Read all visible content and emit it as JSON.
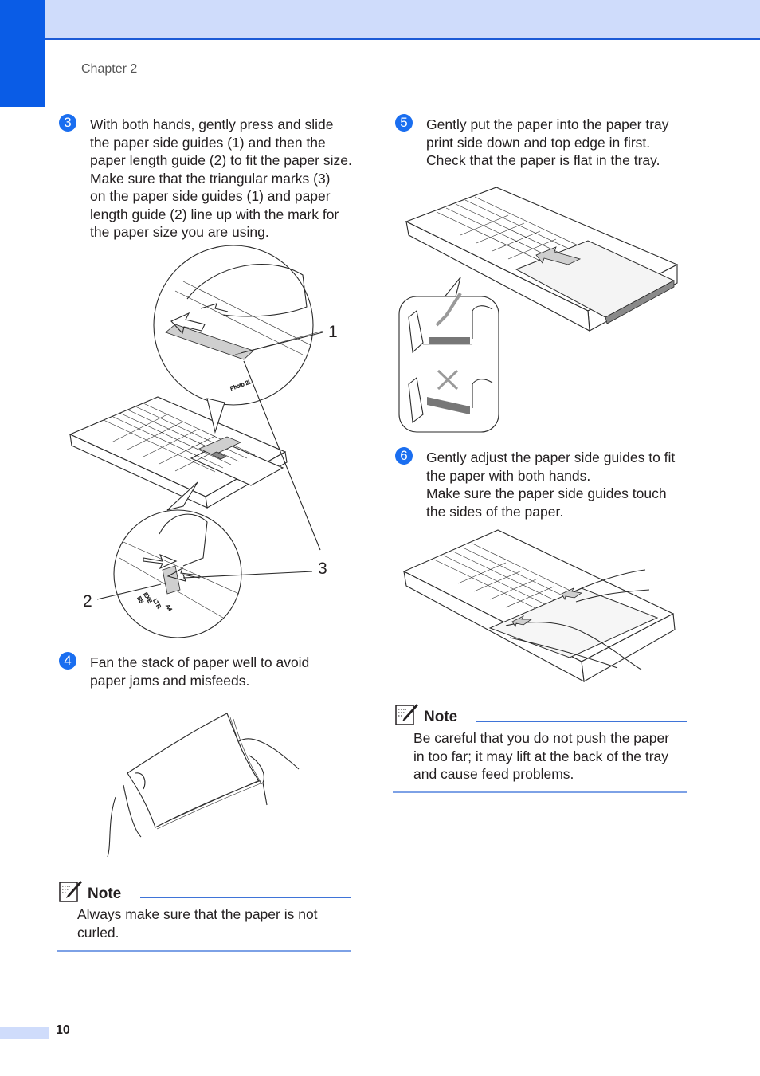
{
  "header": {
    "chapter": "Chapter 2"
  },
  "steps": [
    {
      "number": "3",
      "lines": [
        "With both hands, gently press and slide",
        "the paper side guides (1) and then the",
        "paper length guide (2) to fit the paper size.",
        "Make sure that the triangular marks (3)",
        "on the paper side guides (1) and paper",
        "length guide (2) line up with the mark for",
        "the paper size you are using."
      ]
    },
    {
      "number": "4",
      "lines": [
        "Fan the stack of paper well to avoid",
        "paper jams and misfeeds."
      ]
    },
    {
      "number": "5",
      "lines": [
        "Gently put the paper into the paper tray",
        "print side down and top edge in first.",
        "Check that the paper is flat in the tray."
      ]
    },
    {
      "number": "6",
      "lines": [
        "Gently adjust the paper side guides to fit",
        "the paper with both hands.",
        "Make sure the paper side guides touch",
        "the sides of the paper."
      ]
    }
  ],
  "notes": [
    {
      "label": "Note",
      "lines": [
        "Always make sure that the paper is not",
        "curled."
      ]
    },
    {
      "label": "Note",
      "lines": [
        "Be careful that you do not push the paper",
        "in too far; it may lift at the back of the tray",
        "and cause feed problems."
      ]
    }
  ],
  "callouts": {
    "one": "1",
    "two": "2",
    "three": "3"
  },
  "tray_labels": [
    "Photo 2L",
    "B5",
    "EXE",
    "LTR",
    "A4"
  ],
  "footer": {
    "page_number": "10"
  },
  "colors": {
    "accent": "#0a5ce6",
    "header_band": "#cfdcfb",
    "rule": "#3f74d8"
  },
  "icons": [
    "note-pencil-icon",
    "check-mark-icon",
    "cross-mark-icon"
  ]
}
